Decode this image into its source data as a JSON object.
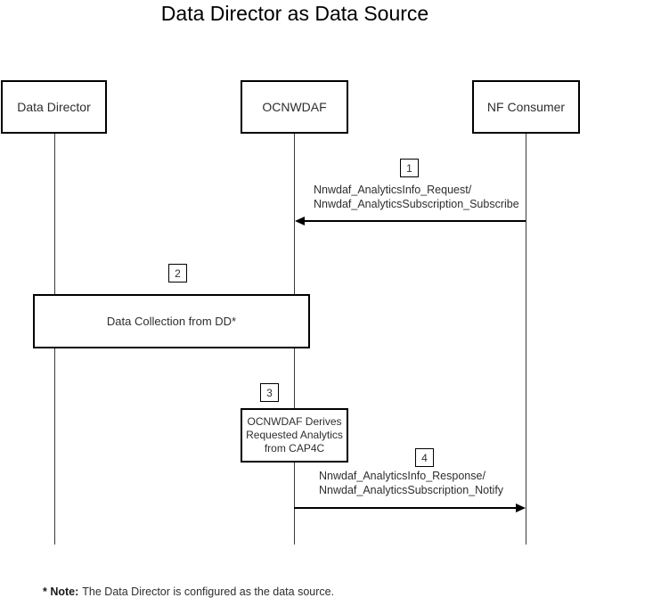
{
  "title": "Data Director as Data Source",
  "actors": [
    {
      "label": "Data Director"
    },
    {
      "label": "OCNWDAF"
    },
    {
      "label": "NF Consumer"
    }
  ],
  "steps": [
    {
      "num": "1",
      "type": "message",
      "from": "NF Consumer",
      "to": "OCNWDAF",
      "label": "Nnwdaf_AnalyticsInfo_Request/\nNnwdaf_AnalyticsSubscription_Subscribe"
    },
    {
      "num": "2",
      "type": "activity",
      "across": [
        "Data Director",
        "OCNWDAF"
      ],
      "label": "Data Collection from DD*"
    },
    {
      "num": "3",
      "type": "activity",
      "across": [
        "OCNWDAF"
      ],
      "label": "OCNWDAF Derives\nRequested Analytics\nfrom CAP4C"
    },
    {
      "num": "4",
      "type": "message",
      "from": "OCNWDAF",
      "to": "NF Consumer",
      "label": "Nnwdaf_AnalyticsInfo_Response/\nNnwdaf_AnalyticsSubscription_Notify"
    }
  ],
  "note": {
    "prefix": "* Note:",
    "text": "The Data Director is configured as the data source."
  },
  "colors": {
    "background": "#ffffff",
    "line": "#000000",
    "text": "#2e2e2e"
  }
}
